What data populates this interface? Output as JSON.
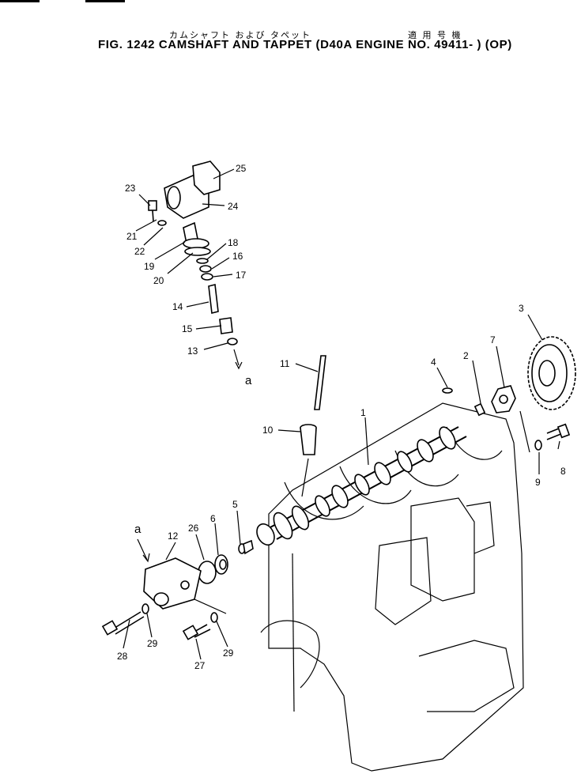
{
  "header": {
    "jp_title": "カムシャフト および タペット",
    "jp_applicable": "適 用 号 機",
    "title": "FIG. 1242  CAMSHAFT AND TAPPET (D40A ENGINE NO. 49411- ) (OP)"
  },
  "callouts": {
    "p1": "1",
    "p2": "2",
    "p3": "3",
    "p4": "4",
    "p5": "5",
    "p6": "6",
    "p7": "7",
    "p8": "8",
    "p9": "9",
    "p10": "10",
    "p11": "11",
    "p12": "12",
    "p13": "13",
    "p14": "14",
    "p15": "15",
    "p16": "16",
    "p17": "17",
    "p18": "18",
    "p19": "19",
    "p20": "20",
    "p21": "21",
    "p22": "22",
    "p23": "23",
    "p24": "24",
    "p25": "25",
    "p26": "26",
    "p27": "27",
    "p28": "28",
    "p29a": "29",
    "p29b": "29",
    "ref_a_top": "a",
    "ref_a_bottom": "a"
  }
}
